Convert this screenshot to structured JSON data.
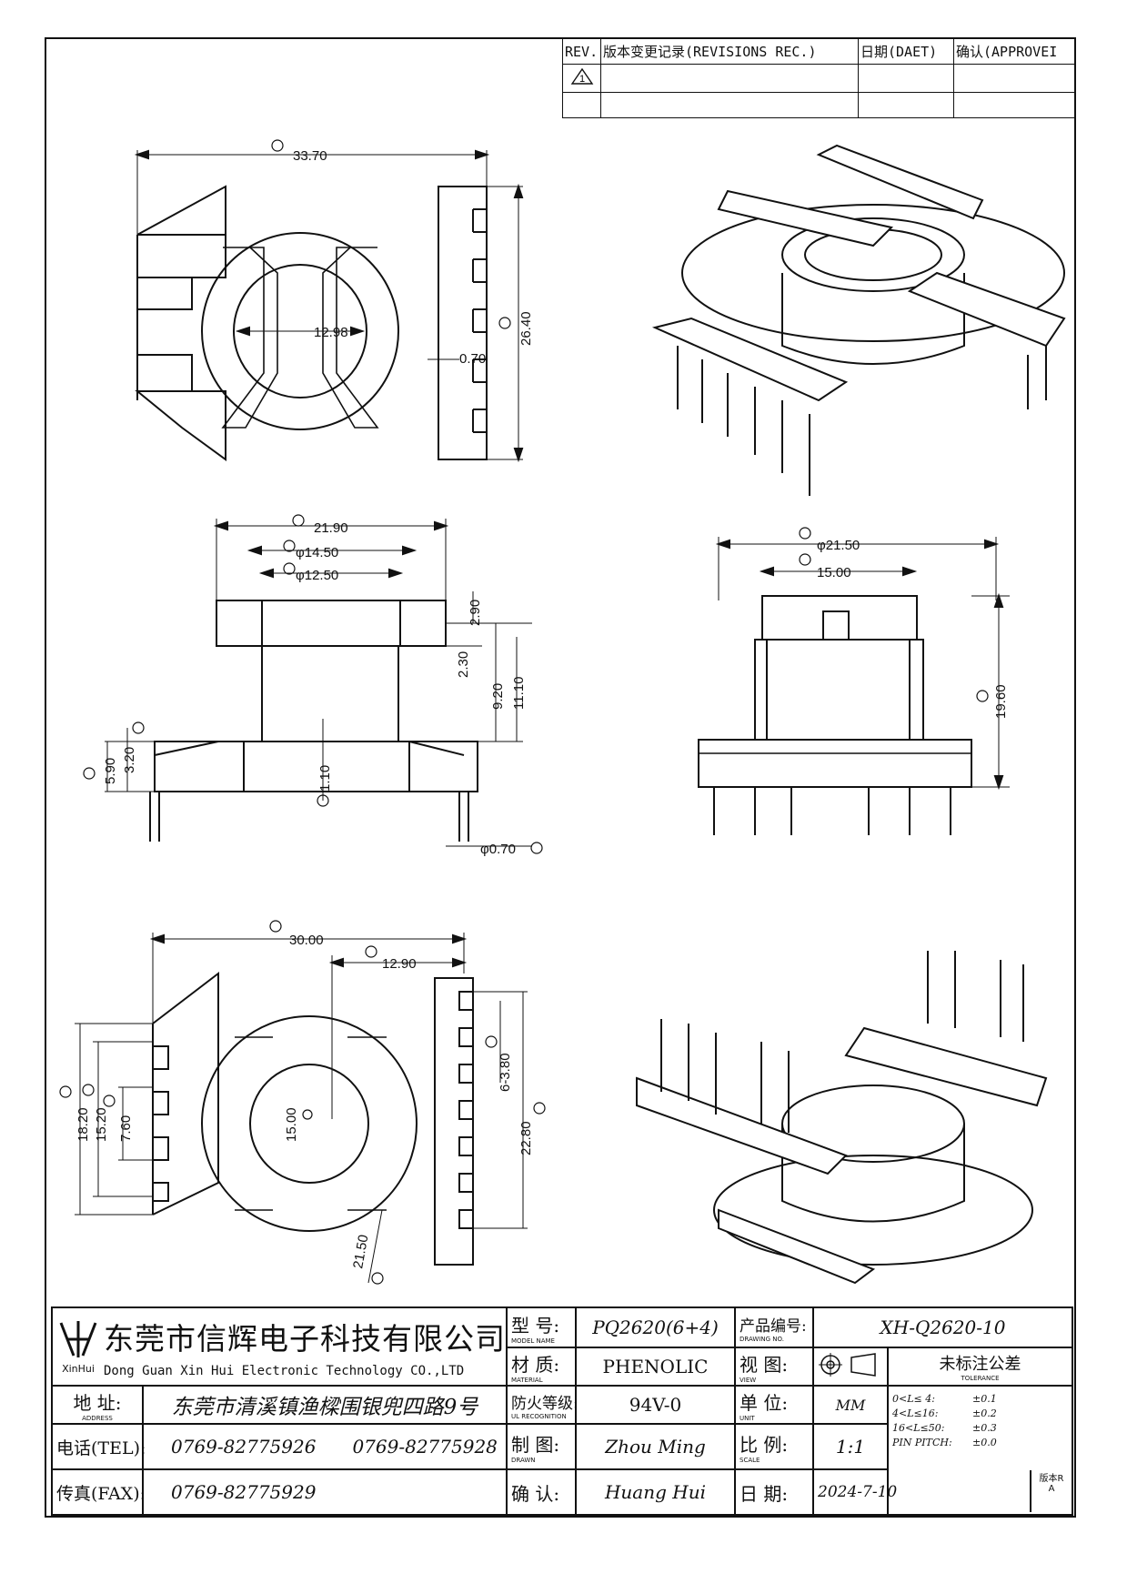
{
  "revision_block": {
    "rev_header": "REV.",
    "revisions_header": "版本变更记录(REVISIONS REC.)",
    "date_header": "日期(DAET)",
    "approve_header": "确认(APPROVEI",
    "rev_mark": "1"
  },
  "dimensions": {
    "top_view": {
      "width": "33.70",
      "bore": "12.98",
      "slot": "0.70",
      "height": "26.40"
    },
    "front_view": {
      "flange_width": "21.90",
      "tube_outer": "φ14.50",
      "tube_inner": "φ12.50",
      "top_step": "2.90",
      "side_a": "2.30",
      "body_h": "9.20",
      "total_h": "11.10",
      "base_h": "5.90",
      "base_step": "3.20",
      "base_thk": "1.10",
      "pin": "φ0.70"
    },
    "side_view": {
      "flange_dia": "φ21.50",
      "inner": "15.00",
      "height": "19.60"
    },
    "bottom_view": {
      "width": "30.00",
      "offset": "12.90",
      "pitch": "6-3.80",
      "span_a": "18.20",
      "span_b": "15.20",
      "span_c": "7.60",
      "bore": "15.00",
      "span_d": "22.80",
      "dia": "21.50"
    }
  },
  "title_block": {
    "company_cn": "东莞市信辉电子科技有限公司",
    "company_en": "Dong Guan Xin Hui Electronic Technology CO.,LTD",
    "logo_text": "XinHui",
    "model_label": "型 号:",
    "model_label_en": "MODEL NAME",
    "model_value": "PQ2620(6+4)",
    "drawing_no_label": "产品编号:",
    "drawing_no_label_en": "DRAWING NO.",
    "drawing_no_value": "XH-Q2620-10",
    "material_label": "材 质:",
    "material_label_en": "MATERIAL",
    "material_value": "PHENOLIC",
    "view_label": "视 图:",
    "view_label_en": "VIEW",
    "tolerance_label": "未标注公差",
    "tolerance_label_en": "TOLERANCE",
    "address_label": "地 址:",
    "address_label_en": "ADDRESS",
    "address_value": "东莞市清溪镇渔樑围银兜四路9号",
    "ul_label": "防火等级:",
    "ul_label_en": "UL RECOGNITION",
    "ul_value": "94V-0",
    "unit_label": "单 位:",
    "unit_label_en": "UNIT",
    "unit_value": "MM",
    "tel_label": "电话(TEL):",
    "tel_1": "0769-82775926",
    "tel_2": "0769-82775928",
    "drawn_label": "制 图:",
    "drawn_label_en": "DRAWN",
    "drawn_value": "Zhou Ming",
    "scale_label": "比 例:",
    "scale_label_en": "SCALE",
    "scale_value": "1:1",
    "fax_label": "传真(FAX):",
    "fax_value": "0769-82775929",
    "check_label": "确 认:",
    "check_value": "Huang Hui",
    "date_label": "日 期:",
    "date_value": "2024-7-10",
    "version_label": "版本R",
    "version_value": "A",
    "tolerances": [
      {
        "range": "0<L≤ 4:",
        "tol": "±0.1"
      },
      {
        "range": "4<L≤16:",
        "tol": "±0.2"
      },
      {
        "range": "16<L≤50:",
        "tol": "±0.3"
      },
      {
        "range": "PIN PITCH:",
        "tol": "±0.0"
      }
    ]
  }
}
